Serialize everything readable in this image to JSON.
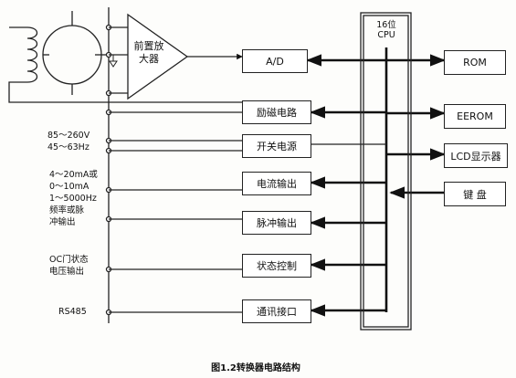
{
  "diagram": {
    "amplifier_line1": "前置放",
    "amplifier_line2": "大器",
    "cpu_line1": "16位",
    "cpu_line2": "CPU",
    "boxes": {
      "ad": "A/D",
      "excitation": "励磁电路",
      "switching_power": "开关电源",
      "current_output": "电流输出",
      "pulse_output": "脉冲输出",
      "status_control": "状态控制",
      "communication": "通讯接口",
      "rom": "ROM",
      "eerom": "EEROM",
      "lcd": "LCD显示器",
      "keyboard": "键  盘"
    },
    "labels": {
      "voltage_range": "85～260V",
      "frequency_range": "45～63Hz",
      "current_range_1": "4～20mA或",
      "current_range_2": "0～10mA",
      "freq_output": "1～5000Hz",
      "freq_or_pulse_1": "频率或脉",
      "freq_or_pulse_2": "冲输出",
      "oc_status_1": "OC门状态",
      "oc_status_2": "电压输出",
      "rs485": "RS485"
    },
    "caption": "图1.2转换器电路结构"
  }
}
